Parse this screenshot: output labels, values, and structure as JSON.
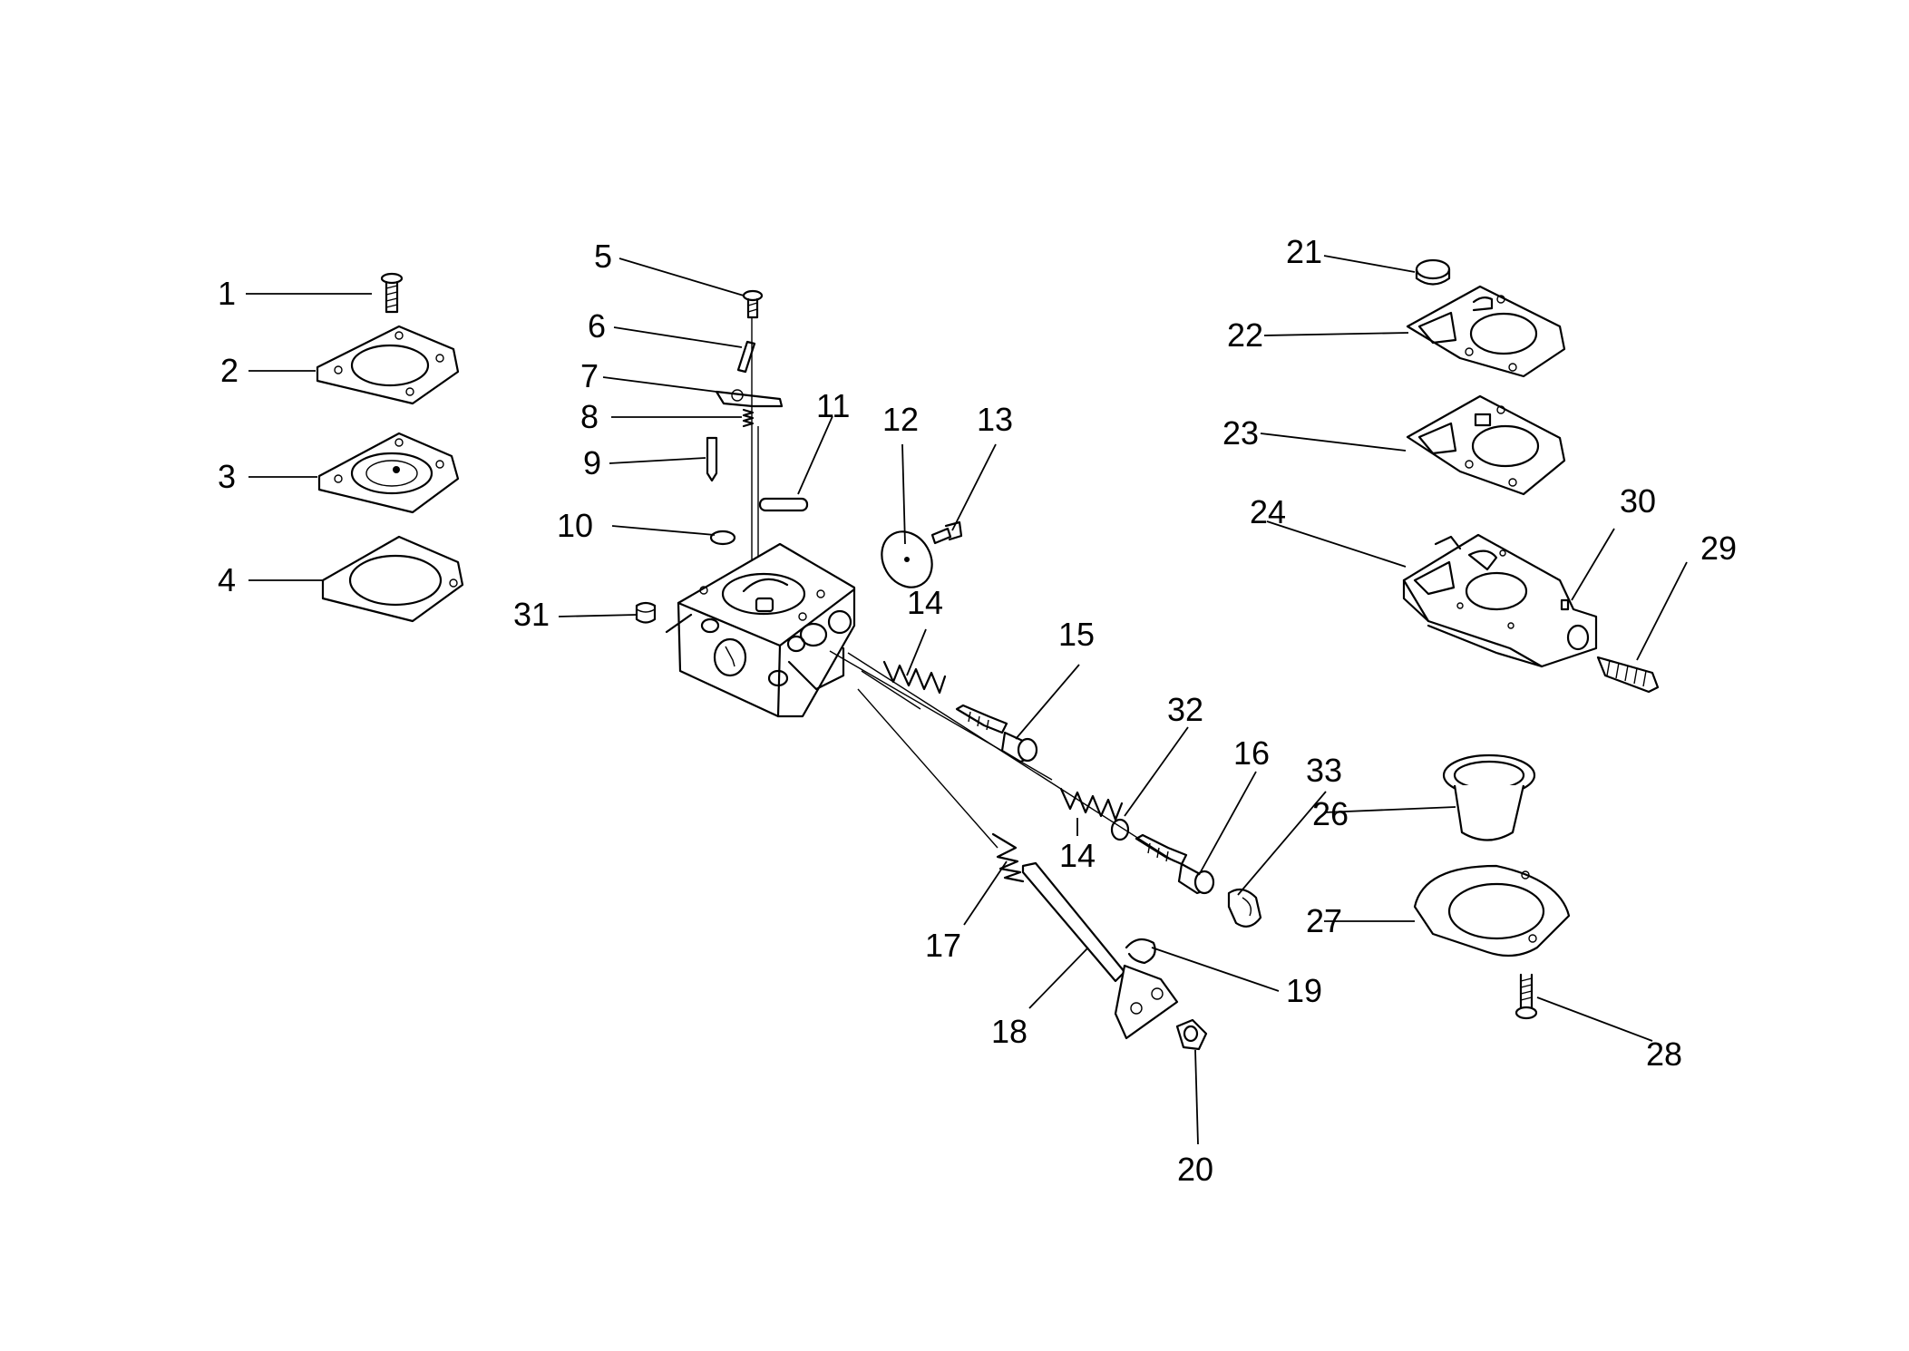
{
  "diagram": {
    "callouts": [
      {
        "id": "1",
        "label": "1"
      },
      {
        "id": "2",
        "label": "2"
      },
      {
        "id": "3",
        "label": "3"
      },
      {
        "id": "4",
        "label": "4"
      },
      {
        "id": "5",
        "label": "5"
      },
      {
        "id": "6",
        "label": "6"
      },
      {
        "id": "7",
        "label": "7"
      },
      {
        "id": "8",
        "label": "8"
      },
      {
        "id": "9",
        "label": "9"
      },
      {
        "id": "10",
        "label": "10"
      },
      {
        "id": "11",
        "label": "11"
      },
      {
        "id": "12",
        "label": "12"
      },
      {
        "id": "13",
        "label": "13"
      },
      {
        "id": "14a",
        "label": "14"
      },
      {
        "id": "14b",
        "label": "14"
      },
      {
        "id": "15",
        "label": "15"
      },
      {
        "id": "16",
        "label": "16"
      },
      {
        "id": "17",
        "label": "17"
      },
      {
        "id": "18",
        "label": "18"
      },
      {
        "id": "19",
        "label": "19"
      },
      {
        "id": "20",
        "label": "20"
      },
      {
        "id": "21",
        "label": "21"
      },
      {
        "id": "22",
        "label": "22"
      },
      {
        "id": "23",
        "label": "23"
      },
      {
        "id": "24",
        "label": "24"
      },
      {
        "id": "26",
        "label": "26"
      },
      {
        "id": "27",
        "label": "27"
      },
      {
        "id": "28",
        "label": "28"
      },
      {
        "id": "29",
        "label": "29"
      },
      {
        "id": "30",
        "label": "30"
      },
      {
        "id": "31",
        "label": "31"
      },
      {
        "id": "32",
        "label": "32"
      },
      {
        "id": "33",
        "label": "33"
      }
    ]
  }
}
